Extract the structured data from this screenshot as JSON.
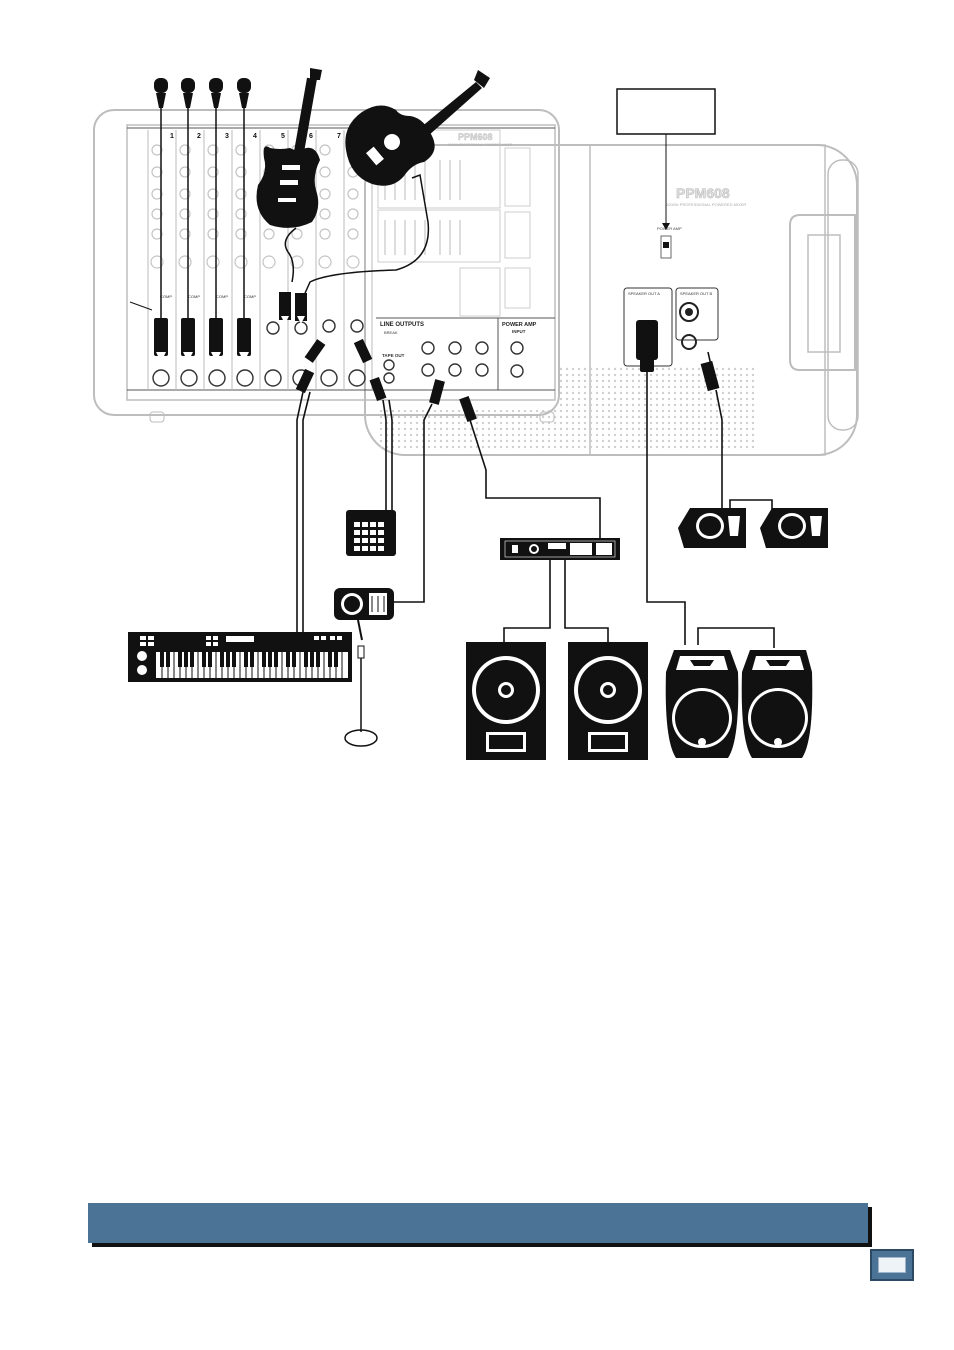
{
  "mixer": {
    "model": "PPM608",
    "subtitle": "1000W PROFESSIONAL POWERED MIXER",
    "channels": [
      "1",
      "2",
      "3",
      "4",
      "5",
      "6",
      "7"
    ],
    "comp_label": "COMP",
    "line_outputs_label": "LINE OUTPUTS",
    "tape_out_label": "TAPE OUT",
    "power_amp_label": "POWER AMP",
    "input_label": "INPUT",
    "break_label": "BREAK",
    "speaker_out_a": "SPEAKER OUT A",
    "speaker_out_b": "SPEAKER OUT B",
    "power_amp_mode_label": "POWER AMP"
  },
  "colors": {
    "outline": "#bdbdbd",
    "ink": "#111111",
    "footer_bar": "#4a7396",
    "dots": "#cfcfcf"
  },
  "icons": [
    "microphone-icon",
    "electric-guitar-icon",
    "acoustic-guitar-icon",
    "drum-machine-icon",
    "keyboard-icon",
    "stage-monitor-icon",
    "power-amplifier-icon",
    "subwoofer-icon",
    "powered-speaker-icon",
    "floor-wedge-icon"
  ]
}
